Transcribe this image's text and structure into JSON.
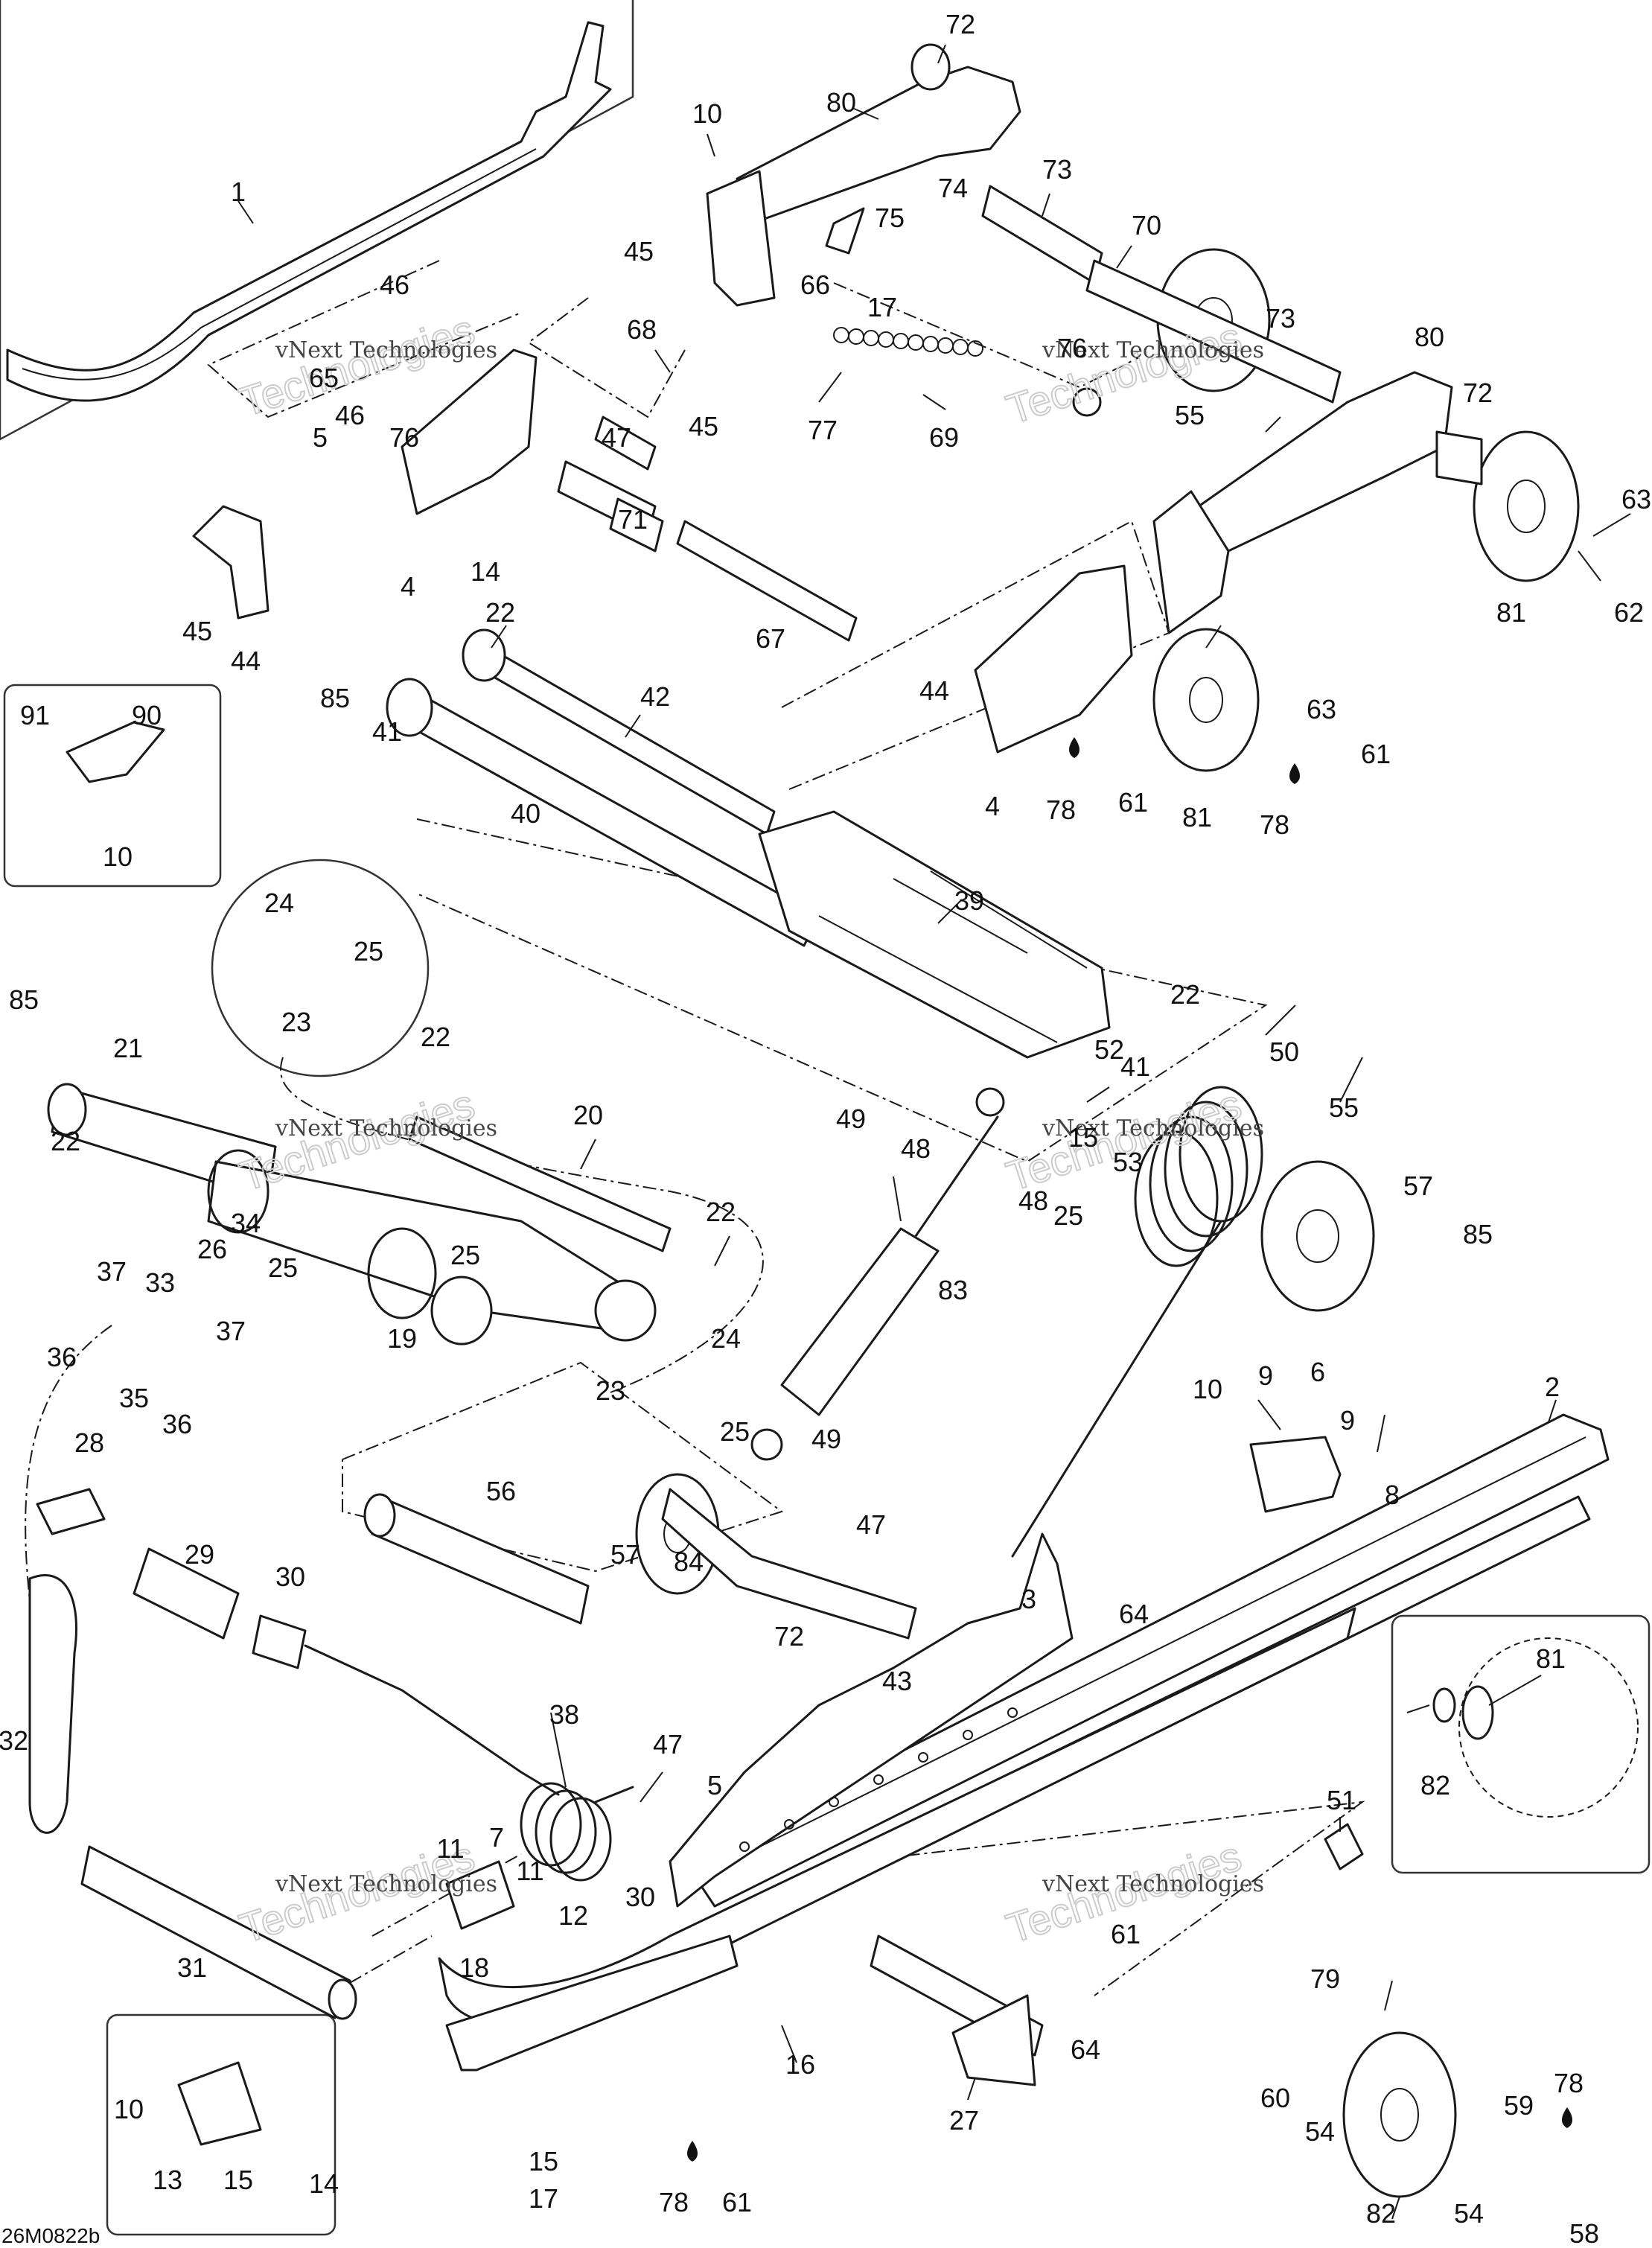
{
  "diagram": {
    "drawing_code": "26M0822b",
    "watermark": {
      "line1": "vNext Technologies",
      "line2": "Technologies",
      "top": "vNext"
    },
    "colors": {
      "ink": "#1a1a1a",
      "background": "#ffffff",
      "watermark_outline": "#cccccc"
    },
    "callouts": [
      {
        "id": "c72a",
        "text": "72"
      },
      {
        "id": "c80a",
        "text": "80"
      },
      {
        "id": "c10a",
        "text": "10"
      },
      {
        "id": "c74",
        "text": "74"
      },
      {
        "id": "c73a",
        "text": "73"
      },
      {
        "id": "c75",
        "text": "75"
      },
      {
        "id": "c70",
        "text": "70"
      },
      {
        "id": "c45a",
        "text": "45"
      },
      {
        "id": "c66",
        "text": "66"
      },
      {
        "id": "c17a",
        "text": "17"
      },
      {
        "id": "c1",
        "text": "1"
      },
      {
        "id": "c46a",
        "text": "46"
      },
      {
        "id": "c68",
        "text": "68"
      },
      {
        "id": "c65",
        "text": "65"
      },
      {
        "id": "c76a",
        "text": "76"
      },
      {
        "id": "c76b",
        "text": "76"
      },
      {
        "id": "c73b",
        "text": "73"
      },
      {
        "id": "c80b",
        "text": "80"
      },
      {
        "id": "c46b",
        "text": "46"
      },
      {
        "id": "c47a",
        "text": "47"
      },
      {
        "id": "c45b",
        "text": "45"
      },
      {
        "id": "c77",
        "text": "77"
      },
      {
        "id": "c69",
        "text": "69"
      },
      {
        "id": "c55a",
        "text": "55"
      },
      {
        "id": "c72b",
        "text": "72"
      },
      {
        "id": "c5a",
        "text": "5"
      },
      {
        "id": "c63a",
        "text": "63"
      },
      {
        "id": "c4a",
        "text": "4"
      },
      {
        "id": "c14a",
        "text": "14"
      },
      {
        "id": "c71",
        "text": "71"
      },
      {
        "id": "c45c",
        "text": "45"
      },
      {
        "id": "c44a",
        "text": "44"
      },
      {
        "id": "c67",
        "text": "67"
      },
      {
        "id": "c81a",
        "text": "81"
      },
      {
        "id": "c62",
        "text": "62"
      },
      {
        "id": "c22a",
        "text": "22"
      },
      {
        "id": "c85a",
        "text": "85"
      },
      {
        "id": "c42",
        "text": "42"
      },
      {
        "id": "c44b",
        "text": "44"
      },
      {
        "id": "c63b",
        "text": "63"
      },
      {
        "id": "c61a",
        "text": "61"
      },
      {
        "id": "c91",
        "text": "91"
      },
      {
        "id": "c90",
        "text": "90"
      },
      {
        "id": "c41a",
        "text": "41"
      },
      {
        "id": "c10b",
        "text": "10"
      },
      {
        "id": "c40",
        "text": "40"
      },
      {
        "id": "c4b",
        "text": "4"
      },
      {
        "id": "c78a",
        "text": "78"
      },
      {
        "id": "c61b",
        "text": "61"
      },
      {
        "id": "c81b",
        "text": "81"
      },
      {
        "id": "c78b",
        "text": "78"
      },
      {
        "id": "c39",
        "text": "39"
      },
      {
        "id": "c24a",
        "text": "24"
      },
      {
        "id": "c25a",
        "text": "25"
      },
      {
        "id": "c23a",
        "text": "23"
      },
      {
        "id": "c85b",
        "text": "85"
      },
      {
        "id": "c21",
        "text": "21"
      },
      {
        "id": "c22b",
        "text": "22"
      },
      {
        "id": "c22c",
        "text": "22"
      },
      {
        "id": "c52",
        "text": "52"
      },
      {
        "id": "c50",
        "text": "50"
      },
      {
        "id": "c41b",
        "text": "41"
      },
      {
        "id": "c55b",
        "text": "55"
      },
      {
        "id": "c49a",
        "text": "49"
      },
      {
        "id": "c22d",
        "text": "22"
      },
      {
        "id": "c20",
        "text": "20"
      },
      {
        "id": "c48a",
        "text": "48"
      },
      {
        "id": "c15a",
        "text": "15"
      },
      {
        "id": "c53",
        "text": "53"
      },
      {
        "id": "c48b",
        "text": "48"
      },
      {
        "id": "c25b",
        "text": "25"
      },
      {
        "id": "c57a",
        "text": "57"
      },
      {
        "id": "c85c",
        "text": "85"
      },
      {
        "id": "c22e",
        "text": "22"
      },
      {
        "id": "c34",
        "text": "34"
      },
      {
        "id": "c26",
        "text": "26"
      },
      {
        "id": "c25c",
        "text": "25"
      },
      {
        "id": "c37a",
        "text": "37"
      },
      {
        "id": "c33",
        "text": "33"
      },
      {
        "id": "c25d",
        "text": "25"
      },
      {
        "id": "c83",
        "text": "83"
      },
      {
        "id": "c36a",
        "text": "36"
      },
      {
        "id": "c19",
        "text": "19"
      },
      {
        "id": "c37b",
        "text": "37"
      },
      {
        "id": "c35",
        "text": "35"
      },
      {
        "id": "c36b",
        "text": "36"
      },
      {
        "id": "c23b",
        "text": "23"
      },
      {
        "id": "c24b",
        "text": "24"
      },
      {
        "id": "c10c",
        "text": "10"
      },
      {
        "id": "c9a",
        "text": "9"
      },
      {
        "id": "c6",
        "text": "6"
      },
      {
        "id": "c2",
        "text": "2"
      },
      {
        "id": "c25e",
        "text": "25"
      },
      {
        "id": "c9b",
        "text": "9"
      },
      {
        "id": "c49b",
        "text": "49"
      },
      {
        "id": "c28",
        "text": "28"
      },
      {
        "id": "c8",
        "text": "8"
      },
      {
        "id": "c56",
        "text": "56"
      },
      {
        "id": "c47b",
        "text": "47"
      },
      {
        "id": "c29",
        "text": "29"
      },
      {
        "id": "c57b",
        "text": "57"
      },
      {
        "id": "c84",
        "text": "84"
      },
      {
        "id": "c30a",
        "text": "30"
      },
      {
        "id": "c3",
        "text": "3"
      },
      {
        "id": "c64a",
        "text": "64"
      },
      {
        "id": "c72c",
        "text": "72"
      },
      {
        "id": "c43",
        "text": "43"
      },
      {
        "id": "c81c",
        "text": "81"
      },
      {
        "id": "c32",
        "text": "32"
      },
      {
        "id": "c38",
        "text": "38"
      },
      {
        "id": "c47c",
        "text": "47"
      },
      {
        "id": "c5b",
        "text": "5"
      },
      {
        "id": "c82a",
        "text": "82"
      },
      {
        "id": "c51",
        "text": "51"
      },
      {
        "id": "c11a",
        "text": "11"
      },
      {
        "id": "c7",
        "text": "7"
      },
      {
        "id": "c11b",
        "text": "11"
      },
      {
        "id": "c30b",
        "text": "30"
      },
      {
        "id": "c12",
        "text": "12"
      },
      {
        "id": "c61c",
        "text": "61"
      },
      {
        "id": "c18",
        "text": "18"
      },
      {
        "id": "c31",
        "text": "31"
      },
      {
        "id": "c79",
        "text": "79"
      },
      {
        "id": "c16",
        "text": "16"
      },
      {
        "id": "c64b",
        "text": "64"
      },
      {
        "id": "c60",
        "text": "60"
      },
      {
        "id": "c10d",
        "text": "10"
      },
      {
        "id": "c54a",
        "text": "54"
      },
      {
        "id": "c59",
        "text": "59"
      },
      {
        "id": "c78c",
        "text": "78"
      },
      {
        "id": "c27",
        "text": "27"
      },
      {
        "id": "c13",
        "text": "13"
      },
      {
        "id": "c15b",
        "text": "15"
      },
      {
        "id": "c14b",
        "text": "14"
      },
      {
        "id": "c15c",
        "text": "15"
      },
      {
        "id": "c17b",
        "text": "17"
      },
      {
        "id": "c78d",
        "text": "78"
      },
      {
        "id": "c61d",
        "text": "61"
      },
      {
        "id": "c82b",
        "text": "82"
      },
      {
        "id": "c54b",
        "text": "54"
      },
      {
        "id": "c58",
        "text": "58"
      }
    ]
  }
}
